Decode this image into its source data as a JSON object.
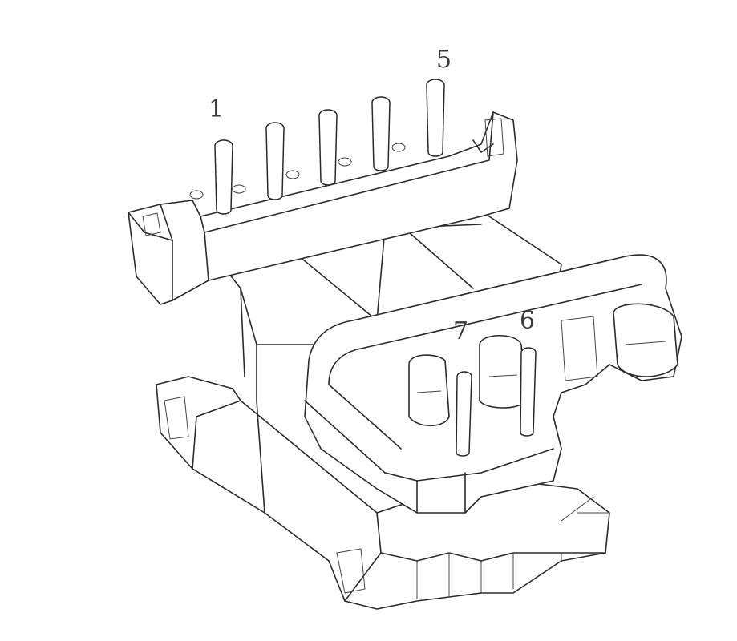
{
  "pin_labels": {
    "p1": "1",
    "p5": "5",
    "p6": "6",
    "p7": "7"
  }
}
